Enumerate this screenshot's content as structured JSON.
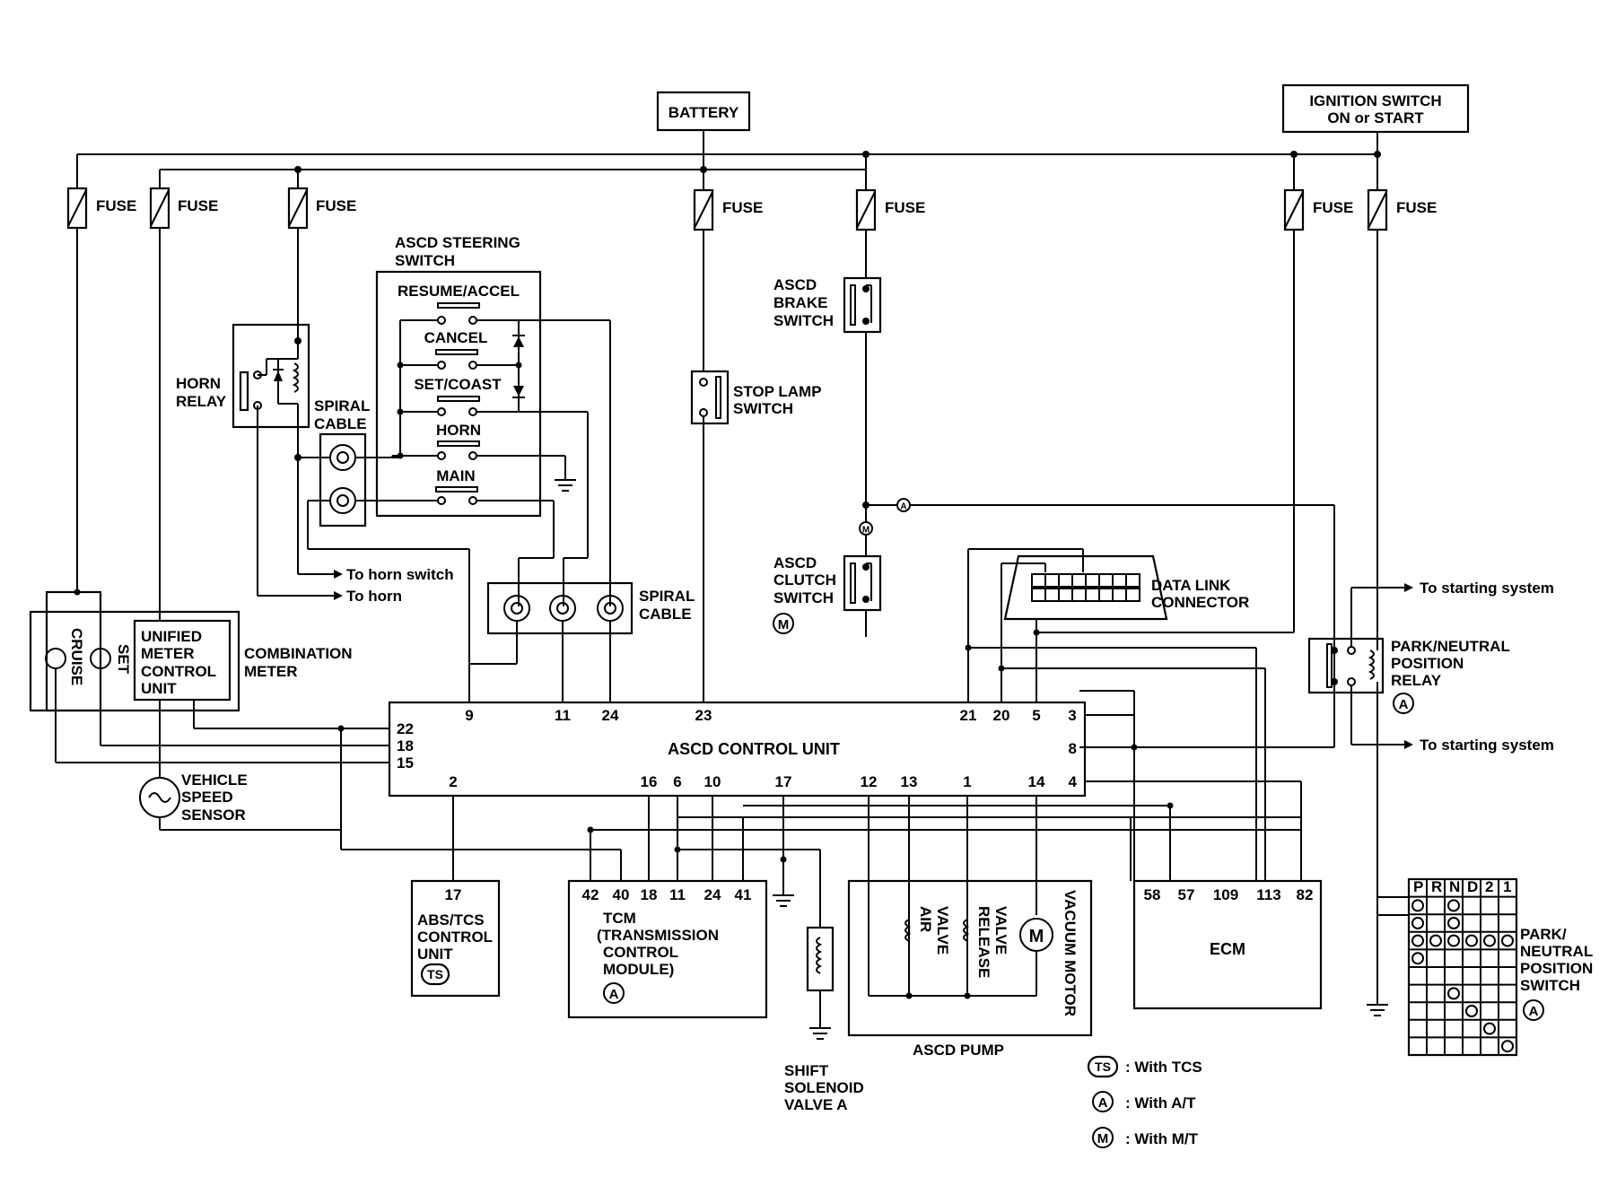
{
  "supplies": {
    "battery": "BATTERY",
    "ignition_line1": "IGNITION SWITCH",
    "ignition_line2": "ON or START"
  },
  "fuse_label": "FUSE",
  "components": {
    "ascd_steering_switch": [
      "ASCD STEERING",
      "SWITCH"
    ],
    "resume_accel": "RESUME/ACCEL",
    "cancel": "CANCEL",
    "set_coast": "SET/COAST",
    "horn": "HORN",
    "main": "MAIN",
    "horn_relay": [
      "HORN",
      "RELAY"
    ],
    "spiral_cable": [
      "SPIRAL",
      "CABLE"
    ],
    "to_horn_switch": "To horn switch",
    "to_horn": "To horn",
    "stop_lamp_switch": [
      "STOP LAMP",
      "SWITCH"
    ],
    "ascd_brake_switch": [
      "ASCD",
      "BRAKE",
      "SWITCH"
    ],
    "ascd_clutch_switch": [
      "ASCD",
      "CLUTCH",
      "SWITCH"
    ],
    "data_link_connector": [
      "DATA LINK",
      "CONNECTOR"
    ],
    "to_starting_system": "To starting system",
    "park_neutral_relay": [
      "PARK/NEUTRAL",
      "POSITION",
      "RELAY"
    ],
    "combination_meter": [
      "COMBINATION",
      "METER"
    ],
    "unified_meter": [
      "UNIFIED",
      "METER",
      "CONTROL",
      "UNIT"
    ],
    "cruise": "CRUISE",
    "set": "SET",
    "vehicle_speed_sensor": [
      "VEHICLE",
      "SPEED",
      "SENSOR"
    ],
    "ascd_control_unit": "ASCD CONTROL UNIT",
    "abs_tcs": [
      "ABS/TCS",
      "CONTROL",
      "UNIT"
    ],
    "tcm": [
      "TCM",
      "(TRANSMISSION",
      "CONTROL",
      "MODULE)"
    ],
    "shift_solenoid": [
      "SHIFT",
      "SOLENOID",
      "VALVE A"
    ],
    "air_valve": [
      "AIR",
      "VALVE"
    ],
    "release_valve": [
      "RELEASE",
      "VALVE"
    ],
    "vacuum_motor": "VACUUM MOTOR",
    "ascd_pump": "ASCD PUMP",
    "ecm": "ECM",
    "pnp_switch": [
      "PARK/",
      "NEUTRAL",
      "POSITION",
      "SWITCH"
    ]
  },
  "pins": {
    "cu_top": [
      "9",
      "11",
      "24",
      "23",
      "21",
      "20",
      "5",
      "3"
    ],
    "cu_left": [
      "22",
      "18",
      "15"
    ],
    "cu_right": [
      "8",
      "4"
    ],
    "cu_bottom": [
      "2",
      "16",
      "6",
      "10",
      "17",
      "12",
      "13",
      "1",
      "14"
    ],
    "abs": [
      "17"
    ],
    "tcm": [
      "42",
      "40",
      "18",
      "11",
      "24",
      "41"
    ],
    "ecm": [
      "58",
      "57",
      "109",
      "113",
      "82"
    ]
  },
  "markers": {
    "ts": "TS",
    "a": "A",
    "m": "M"
  },
  "pnp_header": [
    "P",
    "R",
    "N",
    "D",
    "2",
    "1"
  ],
  "legend": [
    {
      "symbol": "TS",
      "text": ": With TCS"
    },
    {
      "symbol": "A",
      "text": ": With A/T"
    },
    {
      "symbol": "M",
      "text": ": With M/T"
    }
  ]
}
